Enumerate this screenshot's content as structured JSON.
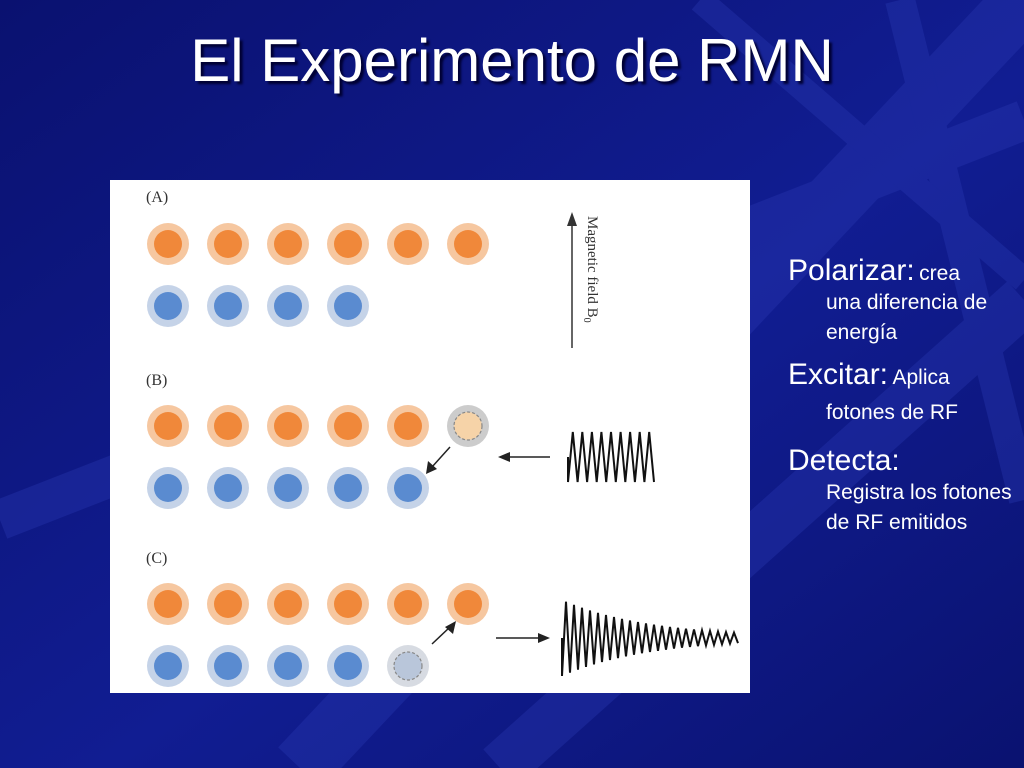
{
  "slide": {
    "title": "El Experimento de RMN"
  },
  "figure": {
    "panel_labels": [
      "(A)",
      "(B)",
      "(C)"
    ],
    "field_label": "Magnetic field B",
    "field_label_sub": "0",
    "colors": {
      "orange_spin": "#f0883a",
      "orange_halo": "#f6c7a0",
      "blue_spin": "#5a8bd0",
      "blue_halo": "#c5d3e8",
      "excited_fill": "#f6d3a8",
      "excited_halo": "#cccccc",
      "relaxed_fill": "#b9c6da",
      "relaxed_halo": "#d7dbe2",
      "ink": "#222222"
    },
    "rows": [
      {
        "panel": "A",
        "color": "orange",
        "count": 6
      },
      {
        "panel": "A",
        "color": "blue",
        "count": 4
      },
      {
        "panel": "B",
        "color": "orange",
        "count": 5,
        "extra": "excited"
      },
      {
        "panel": "B",
        "color": "blue",
        "count": 5
      },
      {
        "panel": "C",
        "color": "orange",
        "count": 6
      },
      {
        "panel": "C",
        "color": "blue",
        "count": 4,
        "extra": "relaxed"
      }
    ]
  },
  "bullets": [
    {
      "head": "Polarizar:",
      "inline": "crea",
      "body": "una diferencia de energía"
    },
    {
      "head": "Excitar:",
      "inline": "Aplica",
      "body": "fotones de RF"
    },
    {
      "head": "Detecta:",
      "inline": "",
      "body": "Registra los fotones de RF emitidos"
    }
  ],
  "background": {
    "base": "#0d1680",
    "ray": "#2b3bb5"
  }
}
